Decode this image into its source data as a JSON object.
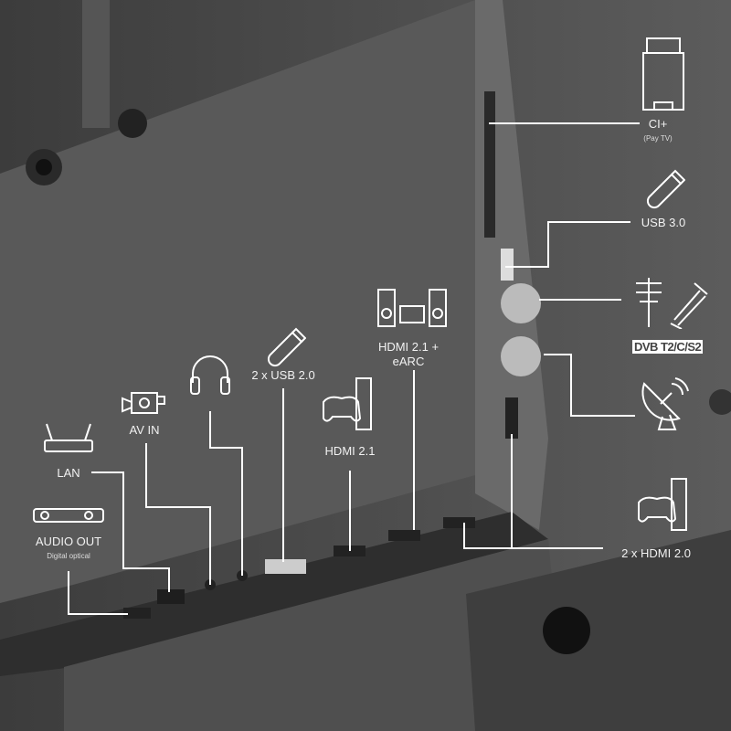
{
  "ports": {
    "ci": {
      "label": "CI+",
      "sub": "(Pay TV)",
      "icon": "ci-card-icon"
    },
    "usb3": {
      "label": "USB 3.0",
      "icon": "usb-stick-icon"
    },
    "antenna": {
      "icon": "antenna-icon",
      "logo": "DVB T2/C/S2"
    },
    "satellite": {
      "icon": "satellite-dish-icon"
    },
    "hdmi20": {
      "label": "2 x HDMI 2.0",
      "icon": "game-console-icon"
    },
    "audio_out": {
      "label": "AUDIO OUT",
      "sub": "Digital optical",
      "icon": "soundbar-icon"
    },
    "lan": {
      "label": "LAN",
      "icon": "router-icon"
    },
    "av_in": {
      "label": "AV IN",
      "icon": "camcorder-icon"
    },
    "headphones": {
      "icon": "headphones-icon"
    },
    "usb2": {
      "label": "2 x USB 2.0",
      "icon": "usb-stick-icon"
    },
    "hdmi21": {
      "label": "HDMI 2.1",
      "icon": "game-console-icon"
    },
    "hdmi21_earc": {
      "label": "HDMI 2.1 +",
      "label2": "eARC",
      "icon": "speaker-system-icon"
    }
  },
  "colors": {
    "background": "#4a4a4a",
    "panel": "#5a5a5a",
    "line": "#ffffff"
  }
}
